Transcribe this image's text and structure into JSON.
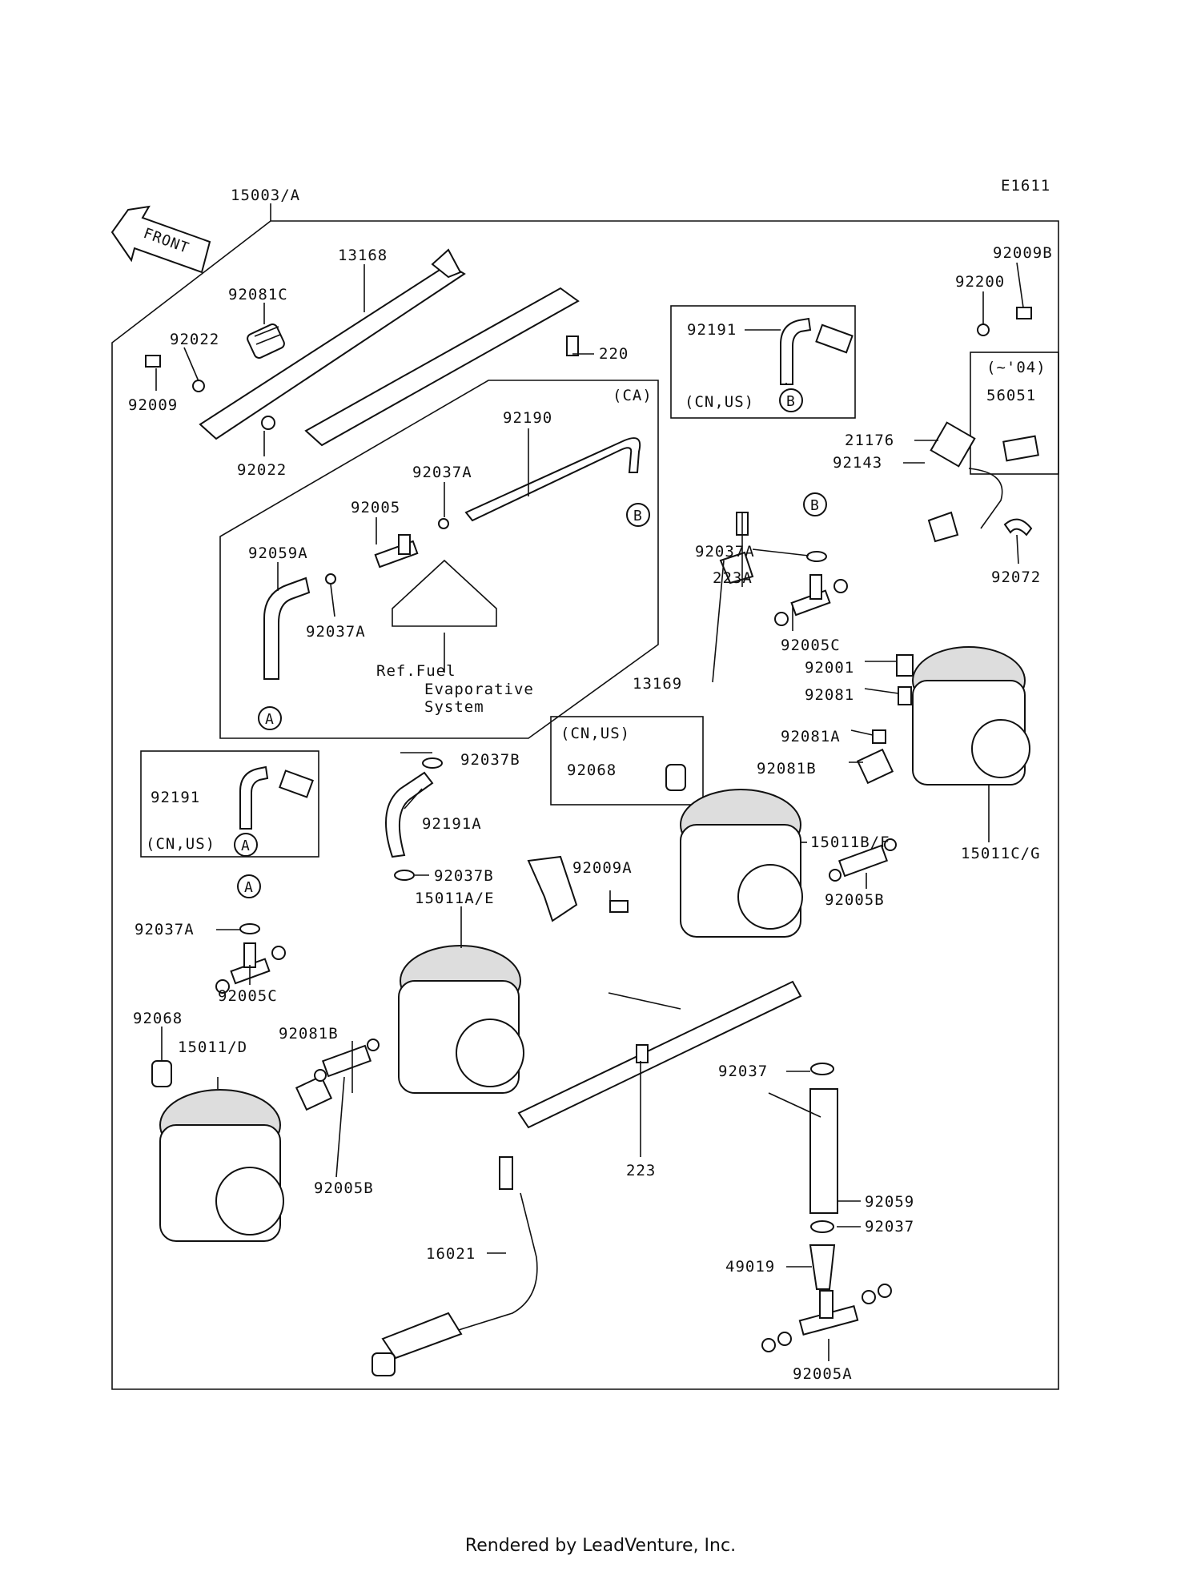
{
  "diagram": {
    "code": "E1611",
    "direction": "FRONT",
    "callouts": {
      "c1": "15003/A",
      "c2": "13168",
      "c3": "92081C",
      "c4": "92022",
      "c5": "92009",
      "c6": "92022",
      "c7": "220",
      "c8": "92191",
      "c9": "(CN,US)",
      "c10": "92009B",
      "c11": "92200",
      "c12": "(~'04)",
      "c13": "56051",
      "c14": "21176",
      "c15": "92143",
      "c16": "92072",
      "c17": "(CA)",
      "c18": "92190",
      "c19": "92037A",
      "c20": "92005",
      "c21": "92059A",
      "c22": "92037A",
      "c23": "Ref.Fuel",
      "c24": "Evaporative",
      "c25": "System",
      "c26": "92037A",
      "c27": "223A",
      "c28": "92005C",
      "c29": "92001",
      "c30": "92081",
      "c31": "13169",
      "c32": "92081A",
      "c33": "92081B",
      "c34": "(CN,US)",
      "c35": "92068",
      "c36": "15011B/F",
      "c37": "15011C/G",
      "c38": "92005B",
      "c39": "92191",
      "c40": "(CN,US)",
      "c41": "92037B",
      "c42": "92191A",
      "c43": "92037B",
      "c44": "15011A/E",
      "c45": "92009A",
      "c46": "92037A",
      "c47": "92005C",
      "c48": "92068",
      "c49": "15011/D",
      "c50": "92081B",
      "c51": "92005B",
      "c52": "92037",
      "c53": "223",
      "c54": "92059",
      "c55": "92037",
      "c56": "49019",
      "c57": "16021",
      "c58": "92005A"
    },
    "markers": {
      "a1": "A",
      "a2": "A",
      "a3": "A",
      "b1": "B",
      "b2": "B",
      "b3": "B"
    }
  },
  "footer": {
    "text": "Rendered by LeadVenture, Inc."
  }
}
